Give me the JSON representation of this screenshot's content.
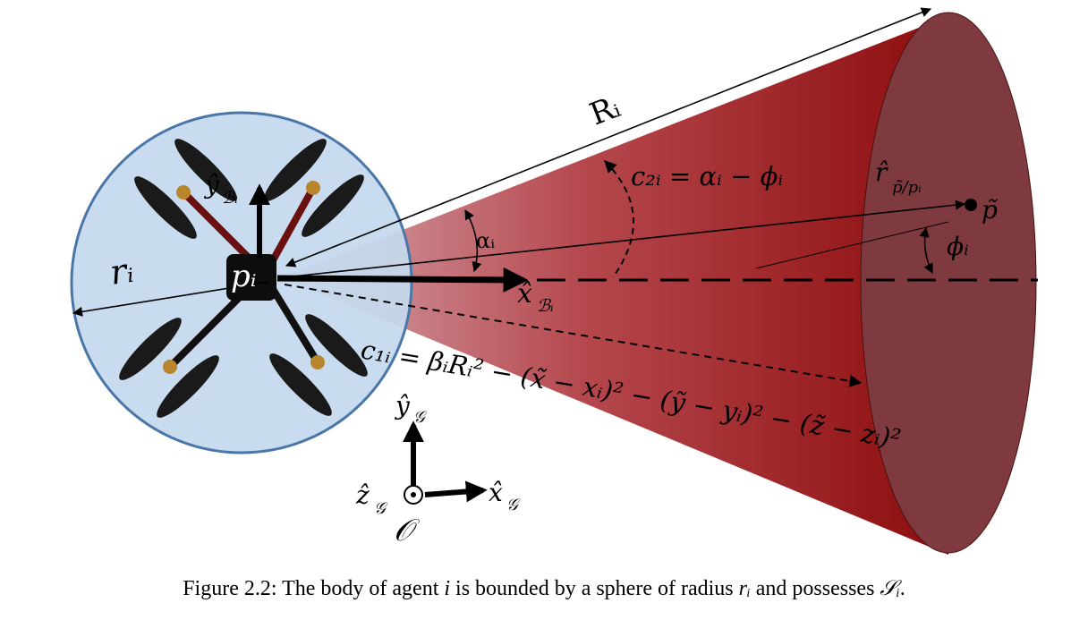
{
  "diagram": {
    "labels": {
      "range": "Rᵢ",
      "c2": "c₂ᵢ = αᵢ − ϕᵢ",
      "r_hat": "r̂",
      "r_hat_sub": "p̃/pᵢ",
      "p_tilde": "p̃",
      "alpha": "αᵢ",
      "phi": "ϕᵢ",
      "x_body": "x̂",
      "x_body_sub": "ℬᵢ",
      "y_body": "ŷ",
      "y_body_sub": "ℬᵢ",
      "p_i": "pᵢ",
      "radius": "rᵢ",
      "c1": "c₁ᵢ = βᵢRᵢ² − (x̃ − xᵢ)² − (ỹ − yᵢ)² − (z̃ − zᵢ)²",
      "y_global": "ŷ",
      "y_global_sub": "𝒢",
      "x_global": "x̂",
      "x_global_sub": "𝒢",
      "z_global": "ẑ",
      "z_global_sub": "𝒢",
      "origin": "𝒪"
    },
    "colors": {
      "sphere_fill": "#c5d9ee",
      "sphere_stroke": "#4a76a8",
      "cone_dark": "#8b0a0a",
      "cone_light": "#d4a0a6",
      "cone_base": "#7e3a3e"
    }
  },
  "caption": {
    "prefix": "Figure 2.2: The body of agent ",
    "agent": "i",
    "middle": " is bounded by a sphere of radius ",
    "radius": "rᵢ",
    "mid2": " and possesses ",
    "set": "𝒮ᵢ",
    "end": "."
  }
}
